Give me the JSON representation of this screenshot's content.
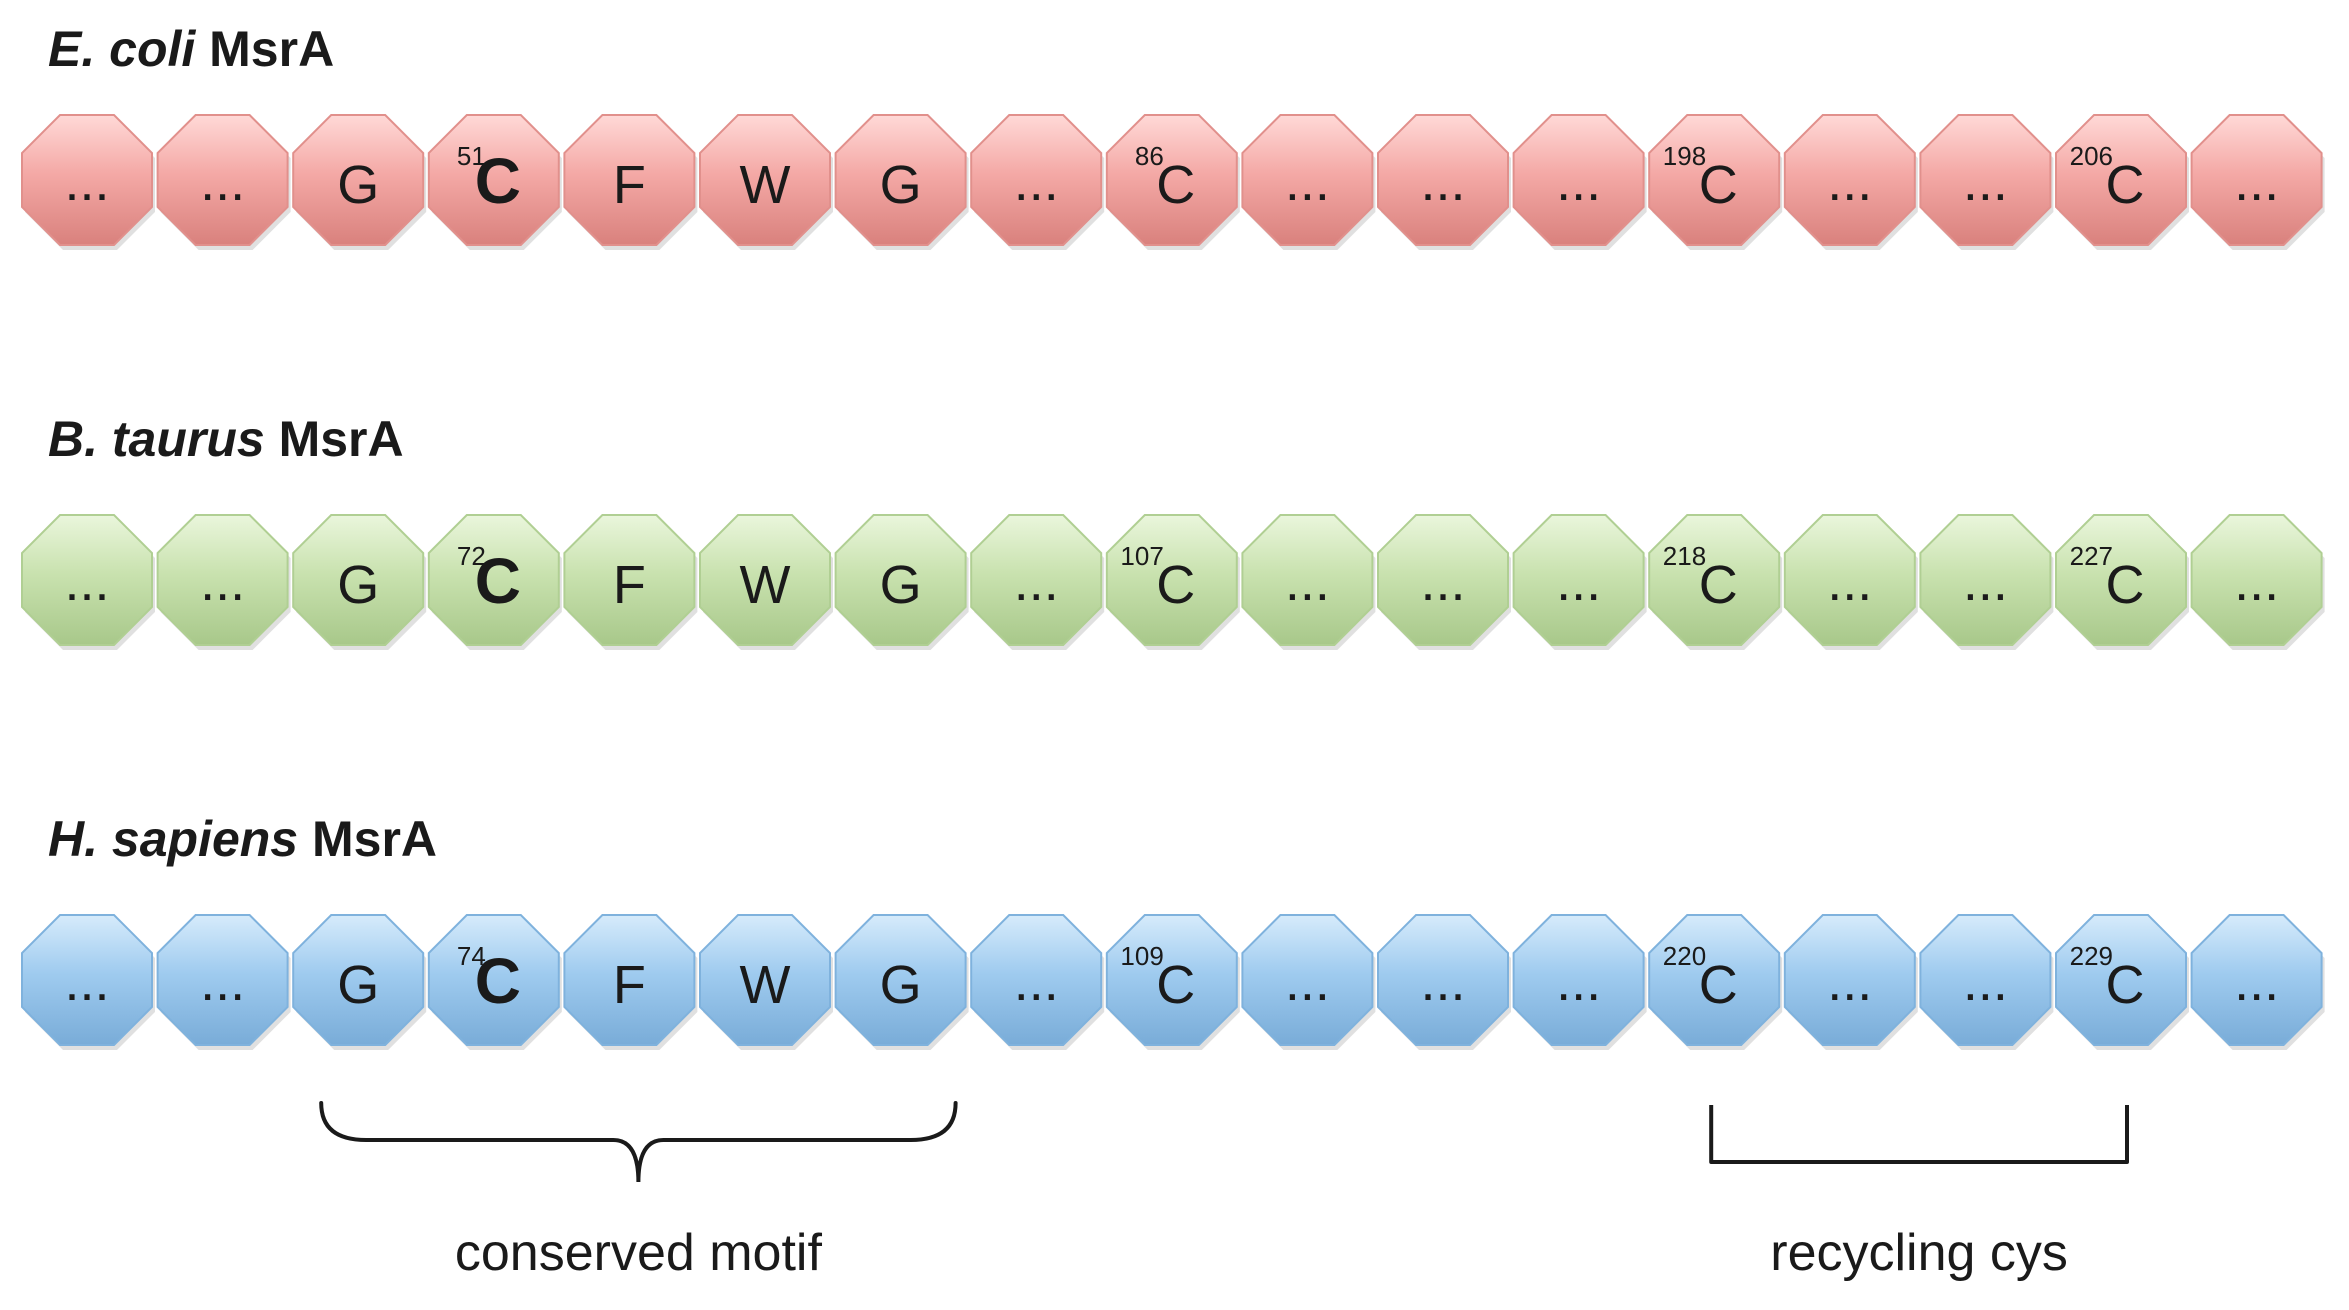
{
  "rows": [
    {
      "species": "E. coli",
      "protein": "MsrA",
      "colors": {
        "fill": "#f4a9a6",
        "light": "#ffd9d7",
        "dark": "#d9817d",
        "stroke": "#e1908c"
      },
      "residues": [
        {
          "label": "..."
        },
        {
          "label": "..."
        },
        {
          "label": "G"
        },
        {
          "label": "C",
          "num": "51",
          "bold": true
        },
        {
          "label": "F"
        },
        {
          "label": "W"
        },
        {
          "label": "G"
        },
        {
          "label": "..."
        },
        {
          "label": "C",
          "num": "86"
        },
        {
          "label": "..."
        },
        {
          "label": "..."
        },
        {
          "label": "..."
        },
        {
          "label": "C",
          "num": "198"
        },
        {
          "label": "..."
        },
        {
          "label": "..."
        },
        {
          "label": "C",
          "num": "206"
        },
        {
          "label": "..."
        }
      ]
    },
    {
      "species": "B. taurus",
      "protein": "MsrA",
      "colors": {
        "fill": "#c9e2af",
        "light": "#eaf6dc",
        "dark": "#a8c88a",
        "stroke": "#b0cf93"
      },
      "residues": [
        {
          "label": "..."
        },
        {
          "label": "..."
        },
        {
          "label": "G"
        },
        {
          "label": "C",
          "num": "72",
          "bold": true
        },
        {
          "label": "F"
        },
        {
          "label": "W"
        },
        {
          "label": "G"
        },
        {
          "label": "..."
        },
        {
          "label": "C",
          "num": "107"
        },
        {
          "label": "..."
        },
        {
          "label": "..."
        },
        {
          "label": "..."
        },
        {
          "label": "C",
          "num": "218"
        },
        {
          "label": "..."
        },
        {
          "label": "..."
        },
        {
          "label": "C",
          "num": "227"
        },
        {
          "label": "..."
        }
      ]
    },
    {
      "species": "H. sapiens",
      "protein": "MsrA",
      "colors": {
        "fill": "#9fcbef",
        "light": "#d6ebfb",
        "dark": "#79acd8",
        "stroke": "#7fb2dd"
      },
      "residues": [
        {
          "label": "..."
        },
        {
          "label": "..."
        },
        {
          "label": "G"
        },
        {
          "label": "C",
          "num": "74",
          "bold": true
        },
        {
          "label": "F"
        },
        {
          "label": "W"
        },
        {
          "label": "G"
        },
        {
          "label": "..."
        },
        {
          "label": "C",
          "num": "109"
        },
        {
          "label": "..."
        },
        {
          "label": "..."
        },
        {
          "label": "..."
        },
        {
          "label": "C",
          "num": "220"
        },
        {
          "label": "..."
        },
        {
          "label": "..."
        },
        {
          "label": "C",
          "num": "229"
        },
        {
          "label": "..."
        }
      ]
    }
  ],
  "annotations": {
    "motif": {
      "label": "conserved motif",
      "from_index": 2,
      "to_index": 6
    },
    "recycling": {
      "label": "recycling cys",
      "from_index": 12,
      "to_index": 15
    }
  },
  "colors": {
    "text": "#1a1a1a",
    "bracket": "#1a1a1a"
  }
}
